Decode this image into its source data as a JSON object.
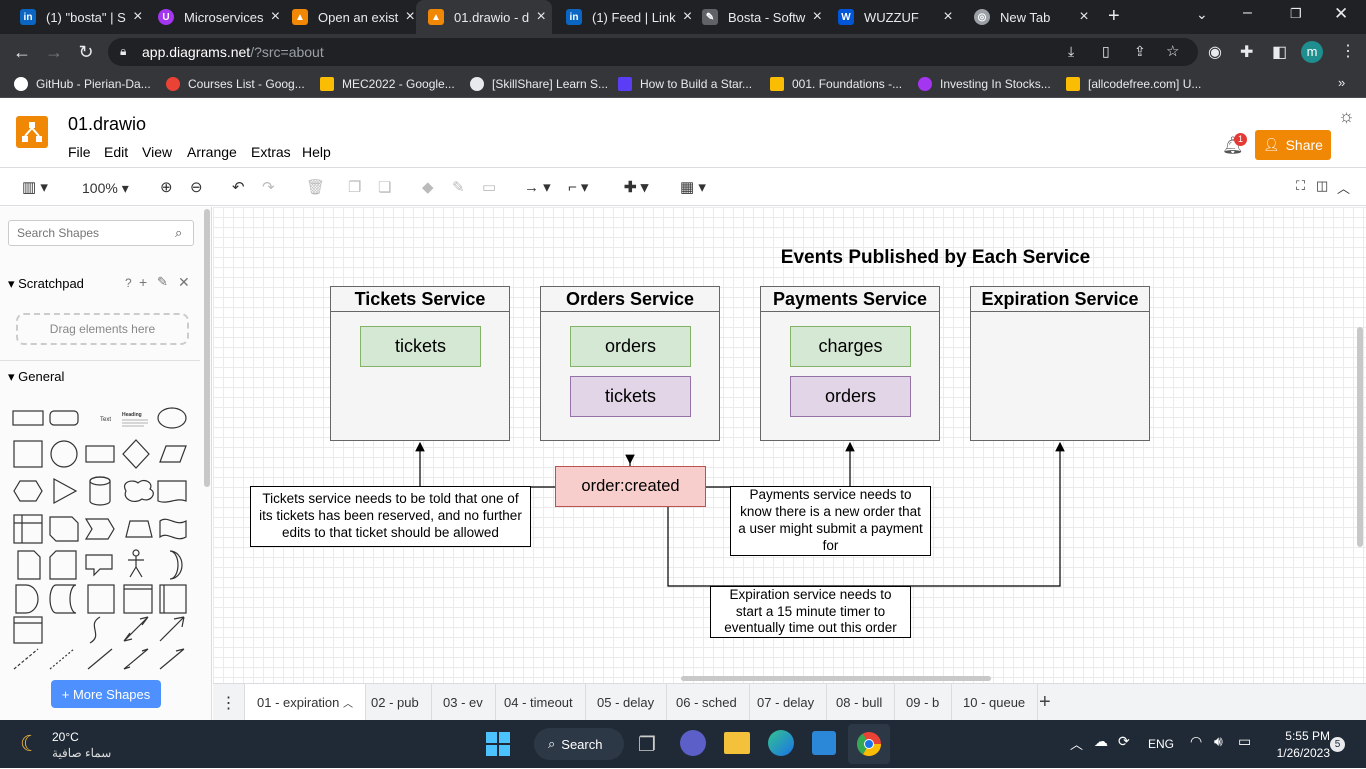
{
  "browser": {
    "tabs": [
      {
        "title": "(1) \"bosta\" | S",
        "icon": "linkedin-icon",
        "color": "#0a66c2",
        "glyph": "in"
      },
      {
        "title": "Microservices",
        "icon": "udemy-icon",
        "color": "#a435f0",
        "glyph": "U"
      },
      {
        "title": "Open an exist",
        "icon": "drawio-icon",
        "color": "#f08705",
        "glyph": "▲"
      },
      {
        "title": "01.drawio - d",
        "icon": "drawio-icon",
        "color": "#f08705",
        "glyph": "▲"
      },
      {
        "title": "(1) Feed | Link",
        "icon": "linkedin-icon",
        "color": "#0a66c2",
        "glyph": "in"
      },
      {
        "title": "Bosta - Softw",
        "icon": "pen-icon",
        "color": "#5f6368",
        "glyph": "✎"
      },
      {
        "title": "WUZZUF",
        "icon": "wuzzuf-icon",
        "color": "#0055d9",
        "glyph": "W"
      },
      {
        "title": "New Tab",
        "icon": "chrome-icon",
        "color": "#9aa0a6",
        "glyph": "◎"
      }
    ],
    "url_host": "app.diagrams.net",
    "url_path": "/?src=about",
    "profile_initial": "m",
    "bookmarks": [
      "GitHub - Pierian-Da...",
      "Courses List - Goog...",
      "MEC2022 - Google...",
      "[SkillShare] Learn S...",
      "How to Build a Star...",
      "001. Foundations -...",
      "Investing In Stocks...",
      "[allcodefree.com] U..."
    ]
  },
  "app": {
    "doc_title": "01.drawio",
    "menu": [
      "File",
      "Edit",
      "View",
      "Arrange",
      "Extras",
      "Help"
    ],
    "notification_count": "1",
    "share_label": "Share",
    "zoom": "100%"
  },
  "sidebar": {
    "search_placeholder": "Search Shapes",
    "scratchpad_label": "Scratchpad",
    "scratchpad_help": "?",
    "drag_hint": "Drag elements here",
    "general_label": "General",
    "shape_text_label": "Text",
    "shape_heading_label": "Heading",
    "more_shapes_label": "+ More Shapes"
  },
  "diagram": {
    "title": "Events Published by Each Service",
    "services": [
      {
        "name": "Tickets Service",
        "events": [
          {
            "label": "tickets",
            "style": "green"
          }
        ]
      },
      {
        "name": "Orders Service",
        "events": [
          {
            "label": "orders",
            "style": "green"
          },
          {
            "label": "tickets",
            "style": "purple"
          }
        ]
      },
      {
        "name": "Payments Service",
        "events": [
          {
            "label": "charges",
            "style": "green"
          },
          {
            "label": "orders",
            "style": "purple"
          }
        ]
      },
      {
        "name": "Expiration Service",
        "events": []
      }
    ],
    "event": "order:created",
    "notes": {
      "tickets": "Tickets service needs to be told that one of its tickets has been reserved, and no further edits to that ticket should be allowed",
      "payments": "Payments service needs to know there is a new order that a user might submit a payment for",
      "expiration": "Expiration service needs to start a 15 minute timer to eventually time out this order"
    }
  },
  "pages": [
    "01 - expiration",
    "02 - pub",
    "03 - ev",
    "04 - timeout",
    "05 - delay",
    "06 - sched",
    "07 - delay",
    "08 - bull",
    "09 - b",
    "10 - queue"
  ],
  "taskbar": {
    "temperature": "20°C",
    "weather": "سماء صافية",
    "search_label": "Search",
    "language": "ENG",
    "time": "5:55 PM",
    "date": "1/26/2023",
    "notification_badge": "5"
  }
}
